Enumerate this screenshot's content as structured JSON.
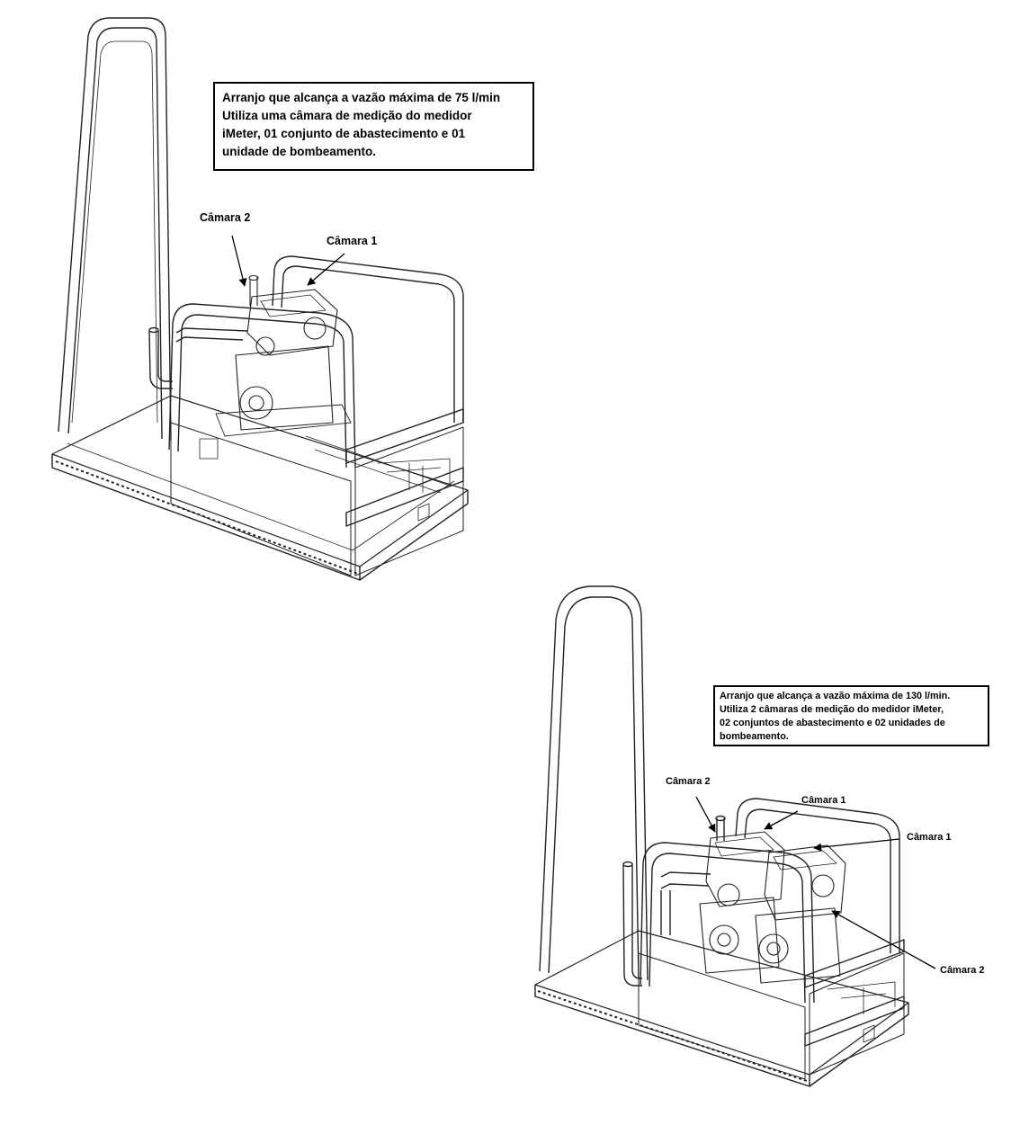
{
  "diagrams": [
    {
      "caption_lines": [
        "Arranjo que alcança a vazão máxima de 75 l/min",
        "Utiliza uma câmara de medição do medidor",
        "iMeter, 01 conjunto de abastecimento e 01",
        "unidade de bombeamento."
      ],
      "labels": {
        "camara2": "Câmara 2",
        "camara1": "Câmara 1"
      }
    },
    {
      "caption_lines": [
        "Arranjo que alcança a vazão máxima de 130 l/min.",
        "Utiliza 2 câmaras de medição do medidor iMeter,",
        "02 conjuntos de abastecimento e 02 unidades de",
        "bombeamento."
      ],
      "labels": {
        "camara2_top": "Câmara 2",
        "camara1_top": "Câmara 1",
        "camara1_right": "Câmara 1",
        "camara2_right": "Câmara 2"
      }
    }
  ]
}
